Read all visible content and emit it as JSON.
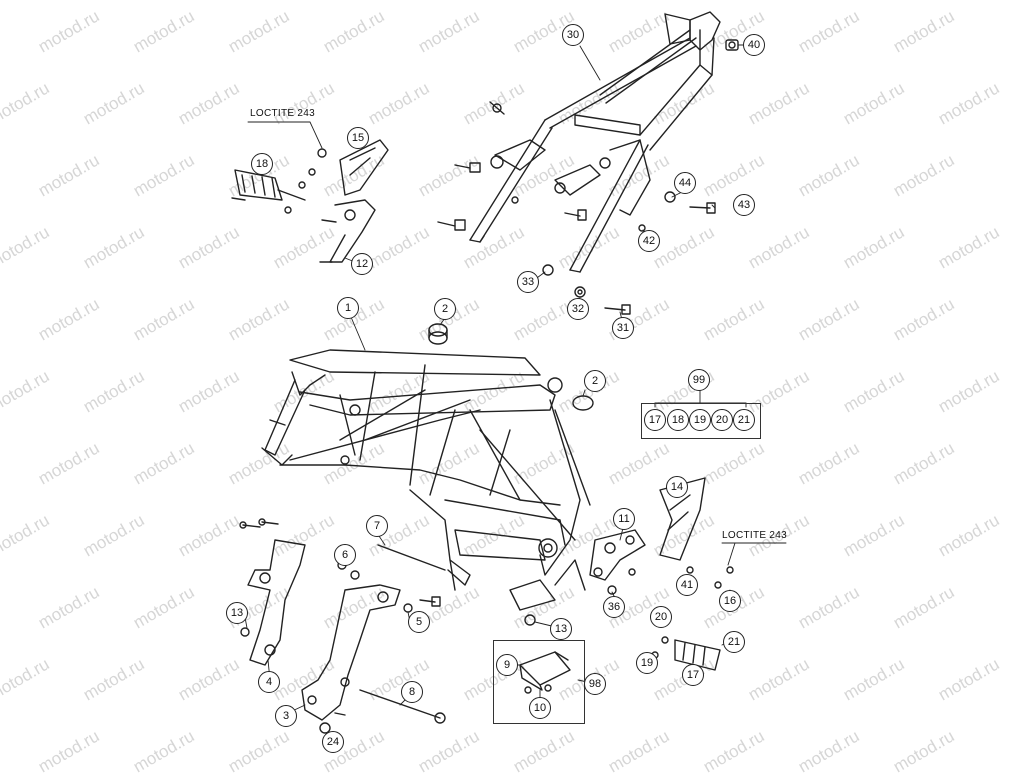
{
  "watermark": "motod.ru",
  "loctite": {
    "left": "LOCTITE 243",
    "right": "LOCTITE 243"
  },
  "callouts": {
    "c1": "1",
    "c2a": "2",
    "c2b": "2",
    "c3": "3",
    "c4": "4",
    "c5": "5",
    "c6": "6",
    "c7": "7",
    "c8": "8",
    "c9": "9",
    "c10": "10",
    "c11": "11",
    "c12": "12",
    "c13a": "13",
    "c13b": "13",
    "c14": "14",
    "c15": "15",
    "c16": "16",
    "c17": "17",
    "c18": "18",
    "c19": "19",
    "c20": "20",
    "c21": "21",
    "c24": "24",
    "c30": "30",
    "c31": "31",
    "c32": "32",
    "c33": "33",
    "c36": "36",
    "c40": "40",
    "c41": "41",
    "c42": "42",
    "c43": "43",
    "c44": "44",
    "c98": "98",
    "c99": "99"
  },
  "kit99": [
    "17",
    "18",
    "19",
    "20",
    "21"
  ]
}
